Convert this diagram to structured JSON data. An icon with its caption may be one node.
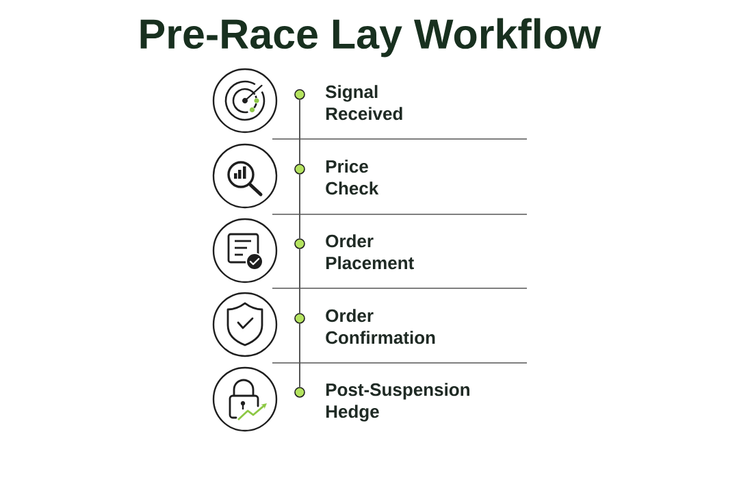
{
  "diagram": {
    "title": "Pre-Race Lay Workflow",
    "nodes": [
      {
        "text": [],
        "shape": "circle",
        "beside": [
          "Signal Received"
        ]
      },
      {
        "text": [],
        "shape": "circle",
        "beside": [
          "Price Check"
        ]
      },
      {
        "text": [],
        "shape": "circle",
        "beside": [
          "Order Placement"
        ]
      },
      {
        "text": [],
        "shape": "circle",
        "beside": [
          "Order Confirmation"
        ]
      },
      {
        "text": [],
        "shape": "circle",
        "beside": [
          "Post-Suspension Hedge"
        ]
      }
    ],
    "edges": [
      {
        "from": 0,
        "to": 1,
        "arrow": "none"
      },
      {
        "from": 1,
        "to": 2,
        "arrow": "none"
      },
      {
        "from": 2,
        "to": 3,
        "arrow": "none"
      },
      {
        "from": 3,
        "to": 4,
        "arrow": "none"
      }
    ]
  }
}
